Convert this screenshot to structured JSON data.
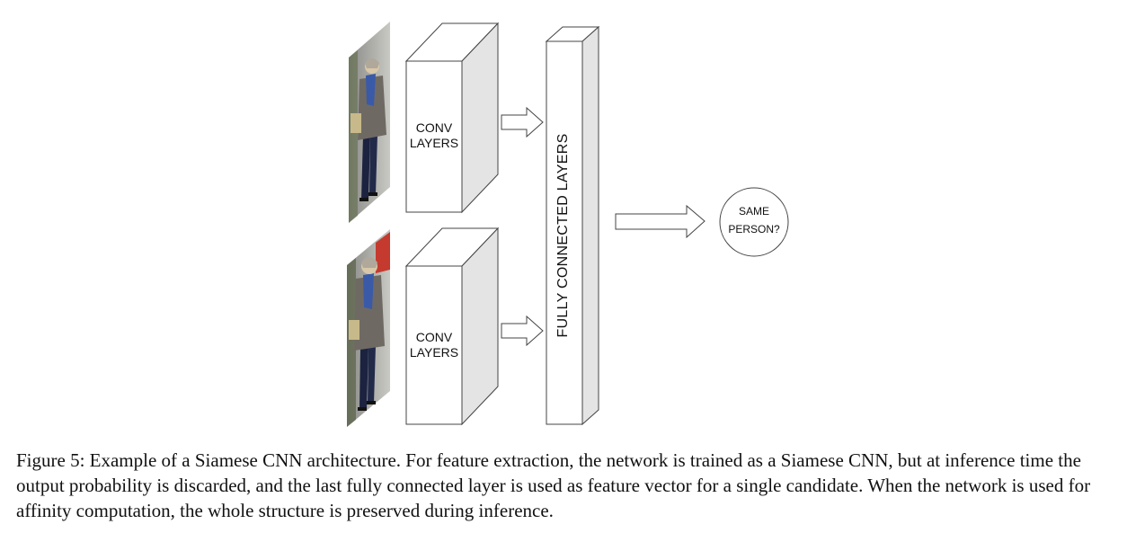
{
  "diagram": {
    "conv_top": {
      "line1": "CONV",
      "line2": "LAYERS"
    },
    "conv_bottom": {
      "line1": "CONV",
      "line2": "LAYERS"
    },
    "fully_connected": "FULLY CONNECTED LAYERS",
    "output": {
      "line1": "SAME",
      "line2": "PERSON?"
    }
  },
  "caption": "Figure 5: Example of a Siamese CNN architecture. For feature extraction, the network is trained as a Siamese CNN, but at inference time the output probability is discarded, and the last fully connected layer is used as feature vector for a single candidate. When the network is used for affinity computation, the whole structure is preserved during inference."
}
